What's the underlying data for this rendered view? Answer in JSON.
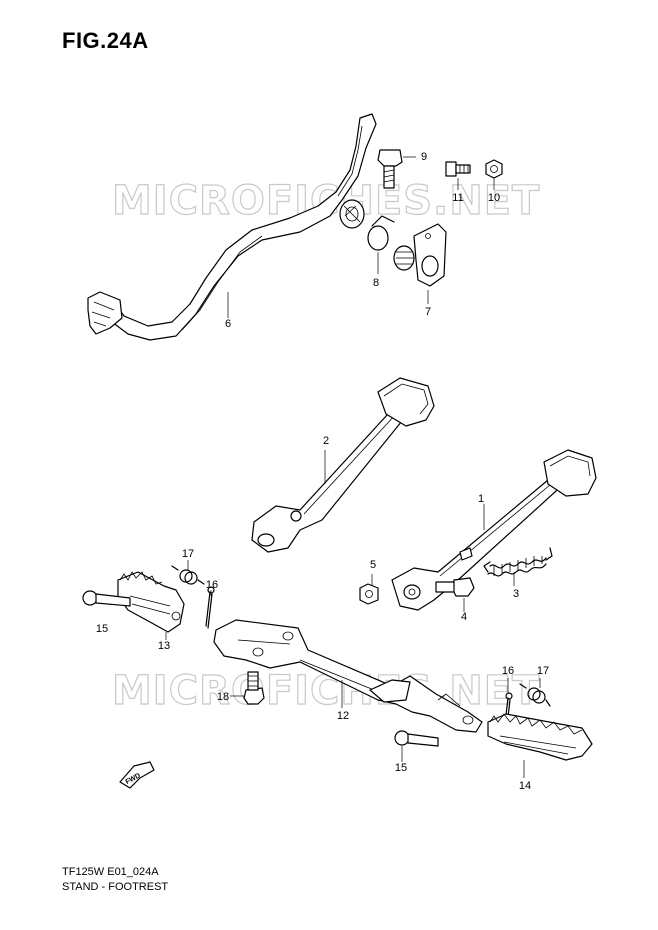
{
  "figure": {
    "title": "FIG.24A"
  },
  "watermark": {
    "text": "MICROFICHES.NET"
  },
  "callouts": [
    "9",
    "11",
    "10",
    "8",
    "7",
    "6",
    "2",
    "1",
    "5",
    "3",
    "4",
    "17",
    "16",
    "15",
    "13",
    "18",
    "12",
    "16",
    "17",
    "15",
    "14"
  ],
  "badge": {
    "fwd_label": "FWD"
  },
  "footer": {
    "code": "TF125W E01_024A",
    "caption": "STAND - FOOTREST"
  }
}
